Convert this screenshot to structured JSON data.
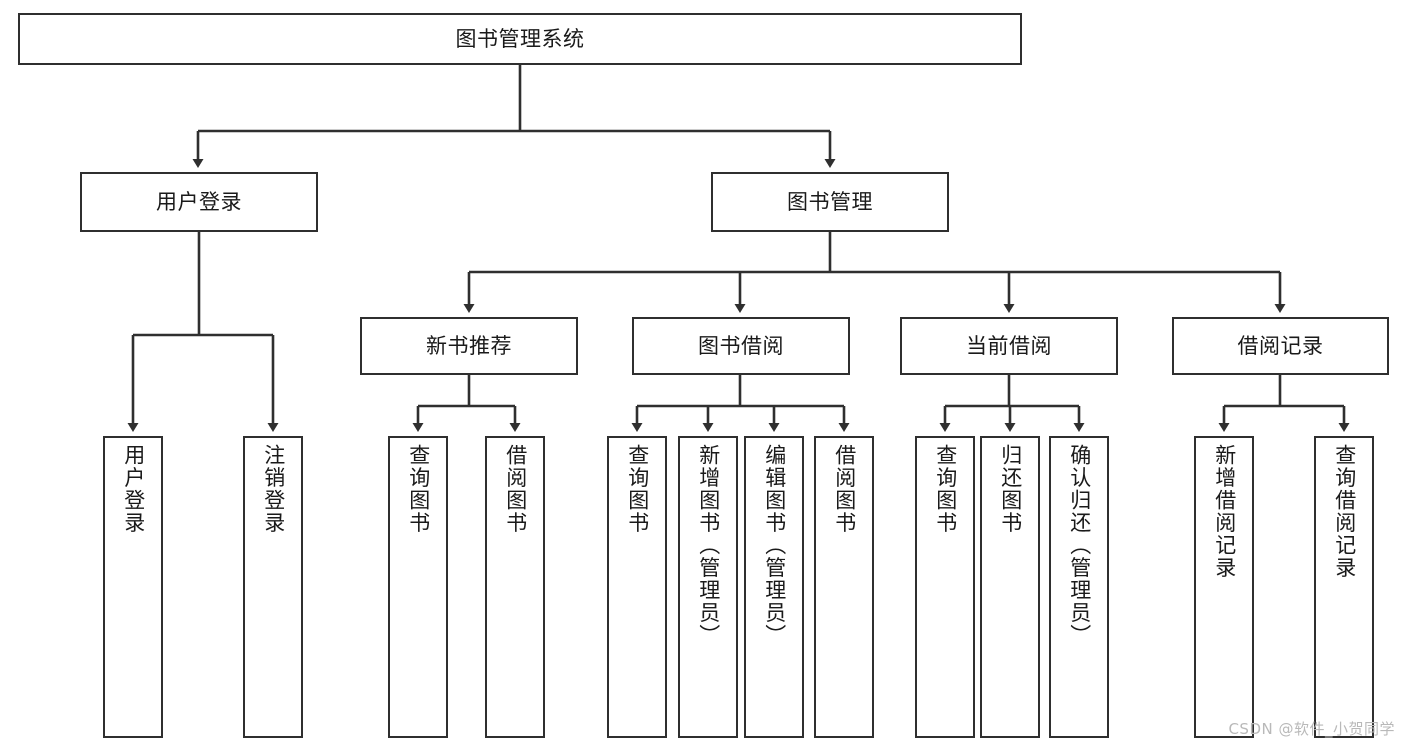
{
  "diagram": {
    "title": "图书管理系统",
    "type": "功能结构图",
    "root": {
      "label": "图书管理系统"
    },
    "level2": [
      {
        "label": "用户登录"
      },
      {
        "label": "图书管理"
      }
    ],
    "level3": [
      {
        "label": "新书推荐"
      },
      {
        "label": "图书借阅"
      },
      {
        "label": "当前借阅"
      },
      {
        "label": "借阅记录"
      }
    ],
    "leaves": {
      "user_login": [
        {
          "label": "用户登录"
        },
        {
          "label": "注销登录"
        }
      ],
      "new_book_recommend": [
        {
          "label": "查询图书"
        },
        {
          "label": "借阅图书"
        }
      ],
      "book_borrow": [
        {
          "label": "查询图书"
        },
        {
          "label": "新增图书（管理员）"
        },
        {
          "label": "编辑图书（管理员）"
        },
        {
          "label": "借阅图书"
        }
      ],
      "current_borrow": [
        {
          "label": "查询图书"
        },
        {
          "label": "归还图书"
        },
        {
          "label": "确认归还（管理员）"
        }
      ],
      "borrow_record": [
        {
          "label": "新增借阅记录"
        },
        {
          "label": "查询借阅记录"
        }
      ]
    }
  },
  "watermark": {
    "text": "CSDN @软件_小贺同学"
  },
  "colors": {
    "border": "#2f2f2f",
    "text": "#1a1a1a",
    "background": "#ffffff",
    "watermark": "#b9b9b9"
  }
}
